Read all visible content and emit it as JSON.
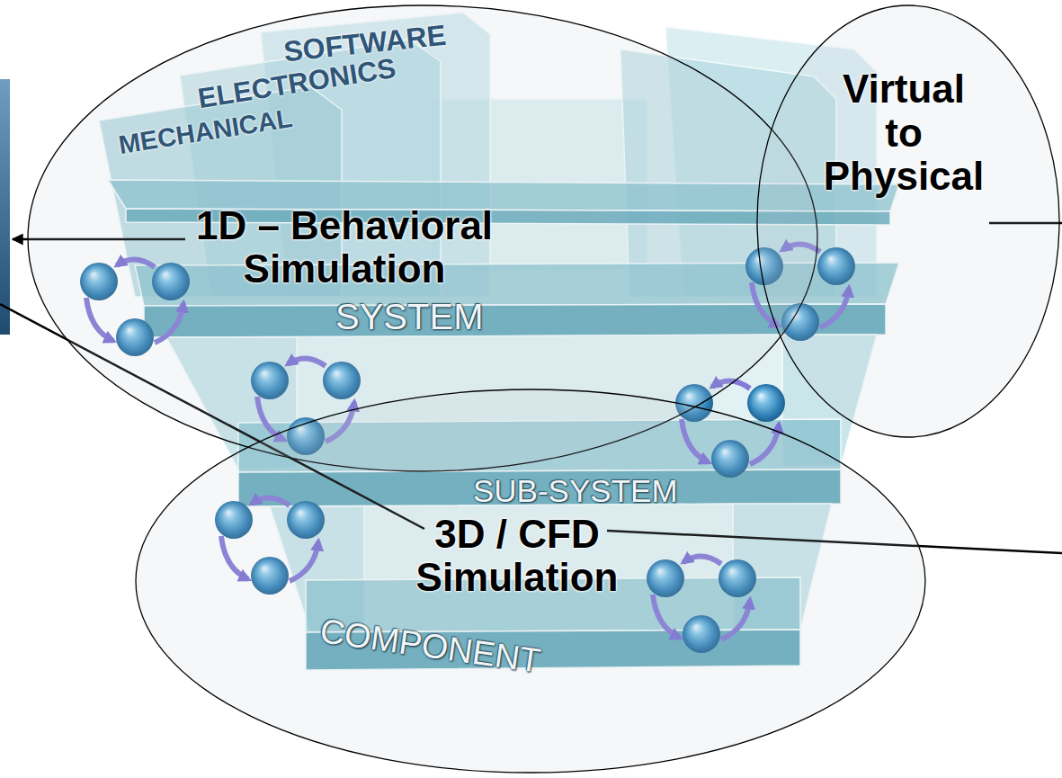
{
  "diagram": {
    "nodes": [
      {
        "text": [
          "1D – Behavioral Simulation"
        ]
      },
      {
        "text": [
          "Virtual to Physical"
        ]
      },
      {
        "text": [
          "3D / CFD Simulation"
        ]
      }
    ],
    "labels": [
      "SOFTWARE",
      "ELECTRONICS",
      "MECHANICAL",
      "SYSTEM",
      "SUB-SYSTEM",
      "COMPONENT"
    ]
  }
}
